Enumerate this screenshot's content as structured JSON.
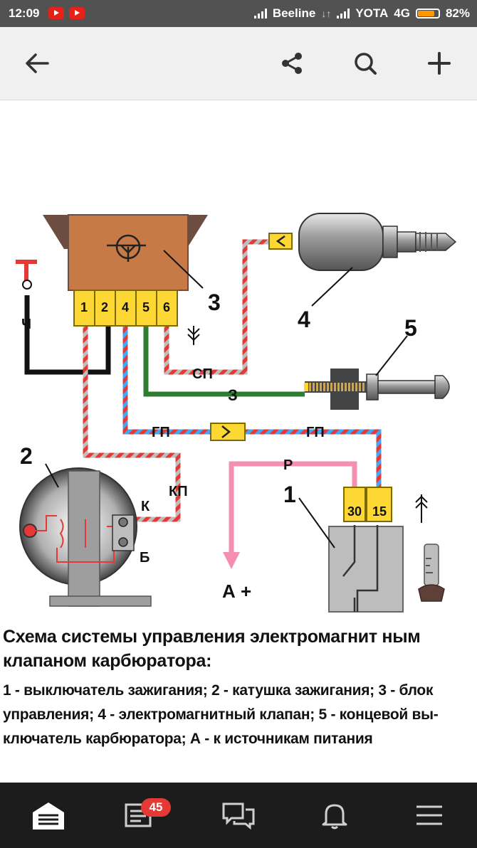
{
  "status_bar": {
    "time": "12:09",
    "carrier1": "Beeline",
    "carrier2": "YOTA",
    "network": "4G",
    "battery_percent": "82%",
    "battery_level": 0.82
  },
  "app_bar": {
    "back_icon": "arrow-left-icon",
    "share_icon": "share-icon",
    "search_icon": "search-icon",
    "add_icon": "plus-icon"
  },
  "diagram": {
    "numbers": {
      "n1": "1",
      "n2": "2",
      "n3": "3",
      "n4": "4",
      "n5": "5"
    },
    "block_pins": {
      "p1": "1",
      "p2": "2",
      "p4": "4",
      "p5": "5",
      "p6": "6"
    },
    "switch_pins": {
      "p30": "30",
      "p15": "15"
    },
    "wire_labels": {
      "ch": "Ч",
      "sp": "СП",
      "z": "З",
      "gp1": "ГП",
      "gp2": "ГП",
      "kp": "КП",
      "r": "Р",
      "k": "К",
      "b": "Б",
      "a": "А +"
    }
  },
  "caption": {
    "title_line1": "Схема системы управления электромагнит ным",
    "title_line2": "клапаном карбюратора:",
    "body_line1": "1 - выключатель зажигания; 2 - катушка зажигания; 3 - блок",
    "body_line2": "управления; 4 - электромагнитный клапан; 5 - концевой вы-",
    "body_line3": "ключатель карбюратора; А - к источникам питания"
  },
  "bottom_nav": {
    "notifications_count": "45",
    "items": [
      "garage-icon",
      "feed-icon",
      "messages-icon",
      "bell-icon",
      "menu-icon"
    ]
  }
}
